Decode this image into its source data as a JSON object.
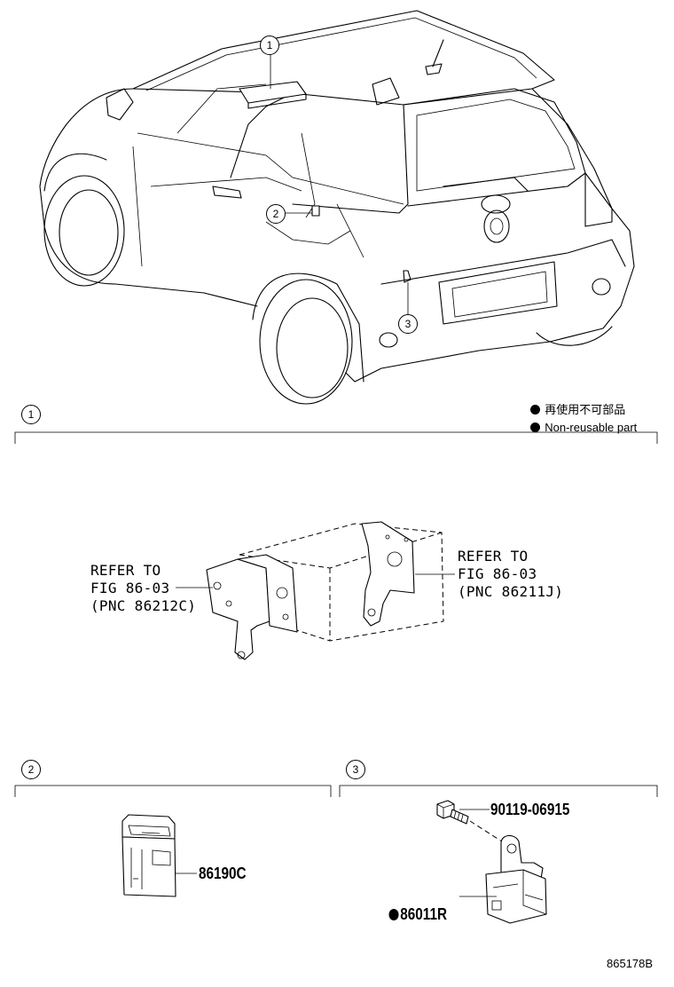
{
  "legend": {
    "jp_label": "再使用不可部品",
    "en_label": "Non-reusable part"
  },
  "callouts": {
    "car": [
      "1",
      "2",
      "3"
    ],
    "section_1": "1",
    "section_2": "2",
    "section_3": "3"
  },
  "section_1": {
    "left_ref": [
      "REFER TO",
      "FIG 86-03",
      "(PNC 86212C)"
    ],
    "right_ref": [
      "REFER TO",
      "FIG 86-03",
      "(PNC 86211J)"
    ]
  },
  "section_2": {
    "part_number": "86190C"
  },
  "section_3": {
    "bolt_part_number": "90119-06915",
    "sensor_part_number": "86011R"
  },
  "figure_id": "865178B"
}
